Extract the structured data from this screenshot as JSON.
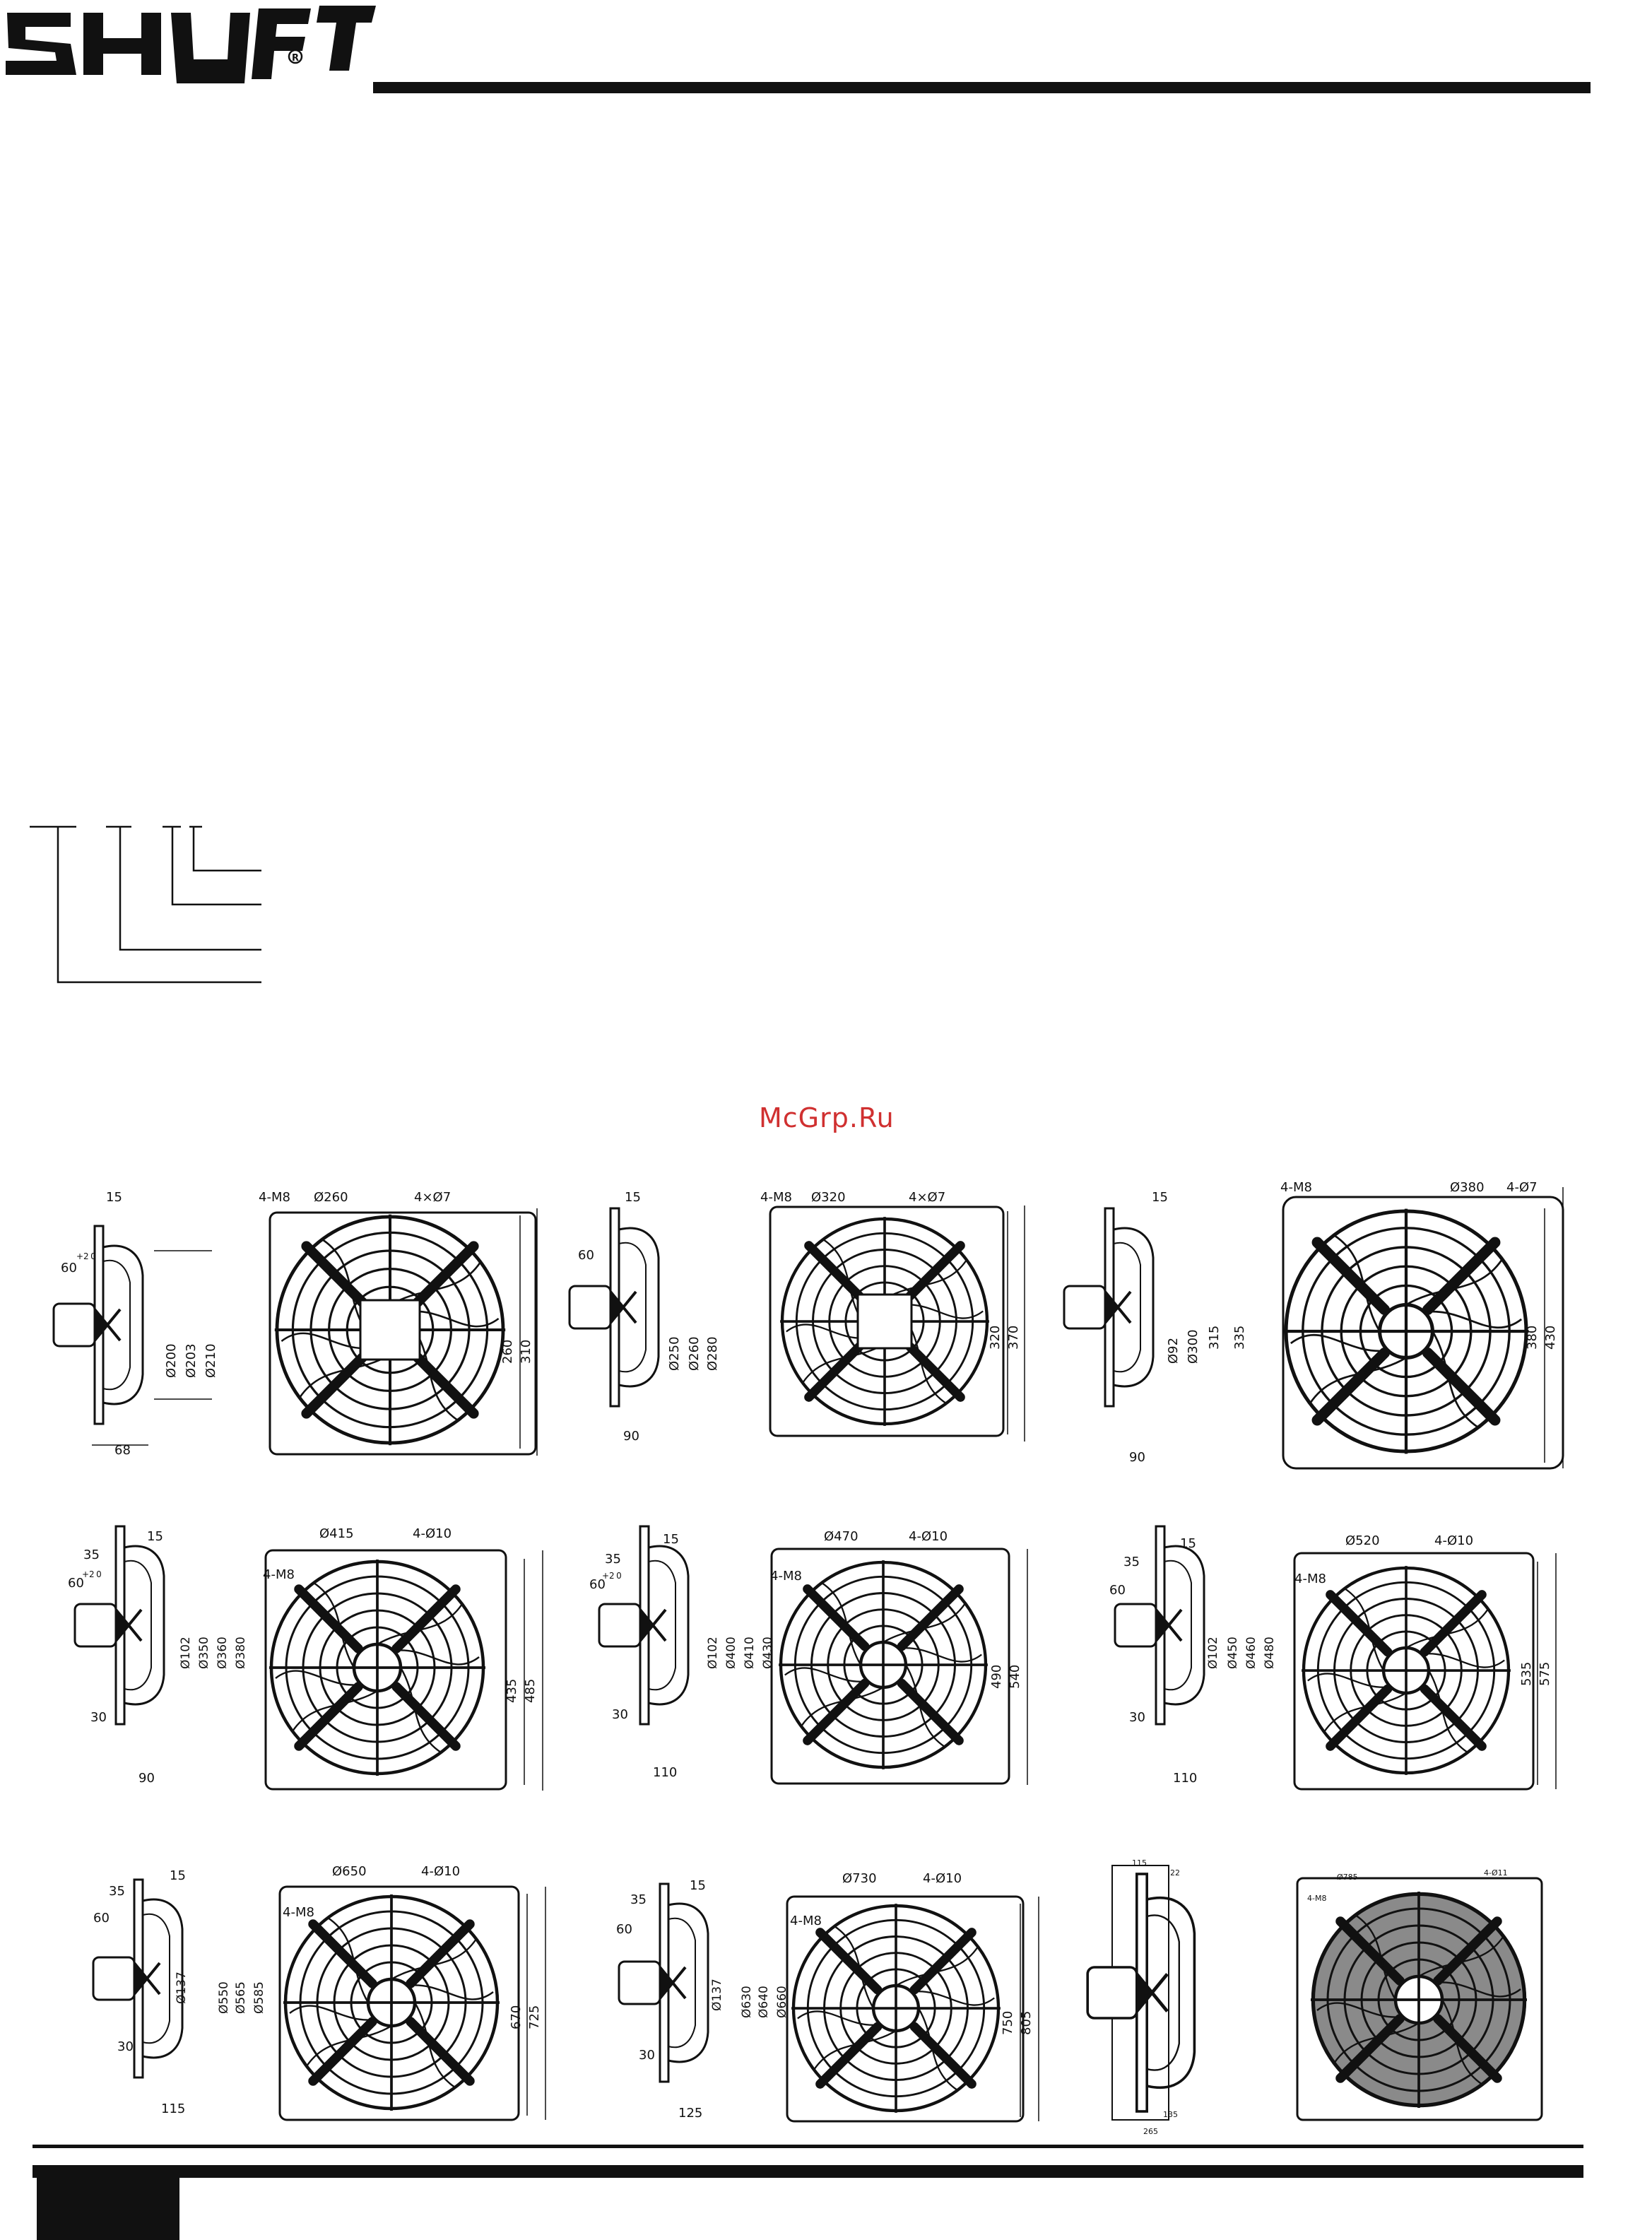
{
  "brand": {
    "name": "SHUFT"
  },
  "watermark": {
    "text": "McGrp.Ru"
  },
  "designation_tree": {
    "branch_count": 4
  },
  "drawings": [
    {
      "id": "d1",
      "side": {
        "flange": "15",
        "height": "60",
        "height_tol": "+2 0",
        "depth": "68",
        "dims": [
          "Ø200",
          "Ø203",
          "Ø210"
        ]
      },
      "front": {
        "thread": "4-M8",
        "diameter": "Ø260",
        "holes": "4×Ø7",
        "dims": [
          "260",
          "310"
        ]
      }
    },
    {
      "id": "d2",
      "side": {
        "flange": "15",
        "height": "60",
        "depth": "90",
        "dims": [
          "Ø250",
          "Ø260",
          "Ø280"
        ]
      },
      "front": {
        "thread": "4-M8",
        "diameter": "Ø320",
        "holes": "4×Ø7",
        "dims": [
          "320",
          "370"
        ]
      }
    },
    {
      "id": "d3",
      "side": {
        "flange": "15",
        "depth": "90",
        "dims": [
          "Ø92",
          "Ø300",
          "315",
          "335"
        ]
      },
      "front": {
        "thread": "4-M8",
        "diameter": "Ø380",
        "holes": "4-Ø7",
        "dims": [
          "380",
          "430"
        ]
      }
    },
    {
      "id": "d4",
      "side": {
        "flange": "15",
        "offset": "35",
        "height": "60",
        "height_tol": "+2 0",
        "bottom": "30",
        "depth": "90",
        "dims": [
          "Ø102",
          "Ø350",
          "Ø360",
          "Ø380"
        ]
      },
      "front": {
        "thread": "4-M8",
        "diameter": "Ø415",
        "holes": "4-Ø10",
        "dims": [
          "435",
          "485"
        ]
      }
    },
    {
      "id": "d5",
      "side": {
        "flange": "15",
        "offset": "35",
        "height": "60",
        "height_tol": "+2 0",
        "bottom": "30",
        "depth": "110",
        "dims": [
          "Ø102",
          "Ø400",
          "Ø410",
          "Ø430"
        ]
      },
      "front": {
        "thread": "4-M8",
        "diameter": "Ø470",
        "holes": "4-Ø10",
        "dims": [
          "490",
          "540"
        ]
      }
    },
    {
      "id": "d6",
      "side": {
        "flange": "15",
        "offset": "35",
        "height": "60",
        "bottom": "30",
        "depth": "110",
        "dims": [
          "Ø102",
          "Ø450",
          "Ø460",
          "Ø480"
        ]
      },
      "front": {
        "thread": "4-M8",
        "diameter": "Ø520",
        "holes": "4-Ø10",
        "dims": [
          "535",
          "575"
        ]
      }
    },
    {
      "id": "d7",
      "side": {
        "flange": "15",
        "offset": "35",
        "height": "60",
        "bottom": "30",
        "depth": "115",
        "dims": [
          "Ø137",
          "Ø550",
          "Ø565",
          "Ø585"
        ]
      },
      "front": {
        "thread": "4-M8",
        "diameter": "Ø650",
        "holes": "4-Ø10",
        "dims": [
          "670",
          "725"
        ]
      }
    },
    {
      "id": "d8",
      "side": {
        "flange": "15",
        "offset": "35",
        "height": "60",
        "bottom": "30",
        "depth": "125",
        "dims": [
          "Ø137",
          "Ø630",
          "Ø640",
          "Ø660"
        ]
      },
      "front": {
        "thread": "4-M8",
        "diameter": "Ø730",
        "holes": "4-Ø10",
        "dims": [
          "750",
          "805"
        ]
      }
    },
    {
      "id": "d9",
      "side": {
        "top_a": "115",
        "top_b": "22",
        "depth_a": "135",
        "depth_b": "265"
      },
      "front": {
        "thread": "4-M8",
        "diameter": "Ø785",
        "holes": "4-Ø11"
      }
    }
  ]
}
